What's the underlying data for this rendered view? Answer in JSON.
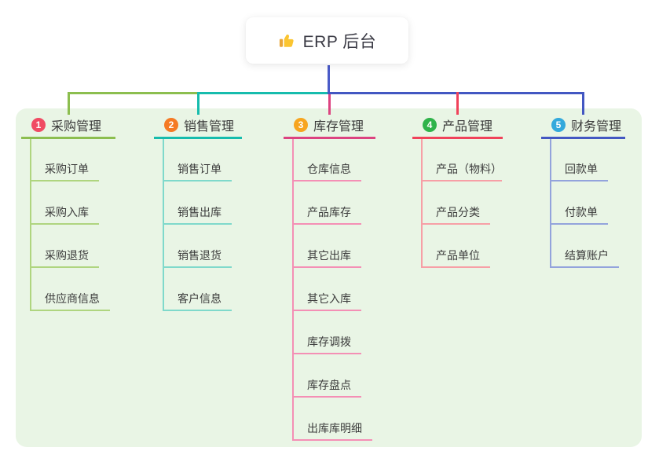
{
  "root": {
    "label": "ERP 后台",
    "icon": "thumbs-up-icon"
  },
  "colors": {
    "page_bg": "#FFFFFF",
    "panel_bg": "#E9F5E5",
    "root_connector": "#4A5BC8",
    "header_text": "#3A3A44",
    "node_text": "#3C3C3C",
    "thumb_hand": "#FBC531",
    "thumb_sleeve": "#E9A63A"
  },
  "branches": [
    {
      "badge": "1",
      "label": "采购管理",
      "badge_color": "#F04B63",
      "line_color": "#8CBE4F",
      "child_line_color": "#AFD57F",
      "children": [
        "采购订单",
        "采购入库",
        "采购退货",
        "供应商信息"
      ]
    },
    {
      "badge": "2",
      "label": "销售管理",
      "badge_color": "#F57A24",
      "line_color": "#16BCAD",
      "child_line_color": "#7FD9CB",
      "children": [
        "销售订单",
        "销售出库",
        "销售退货",
        "客户信息"
      ]
    },
    {
      "badge": "3",
      "label": "库存管理",
      "badge_color": "#F7A51F",
      "line_color": "#DC4380",
      "child_line_color": "#F48FB5",
      "children": [
        "仓库信息",
        "产品库存",
        "其它出库",
        "其它入库",
        "库存调拨",
        "库存盘点",
        "出库库明细"
      ]
    },
    {
      "badge": "4",
      "label": "产品管理",
      "badge_color": "#2FB34A",
      "line_color": "#F0425A",
      "child_line_color": "#F79FA6",
      "children": [
        "产品（物料）",
        "产品分类",
        "产品单位"
      ]
    },
    {
      "badge": "5",
      "label": "财务管理",
      "badge_color": "#33A9DC",
      "line_color": "#4357C2",
      "child_line_color": "#93A3DC",
      "children": [
        "回款单",
        "付款单",
        "结算账户"
      ]
    }
  ]
}
